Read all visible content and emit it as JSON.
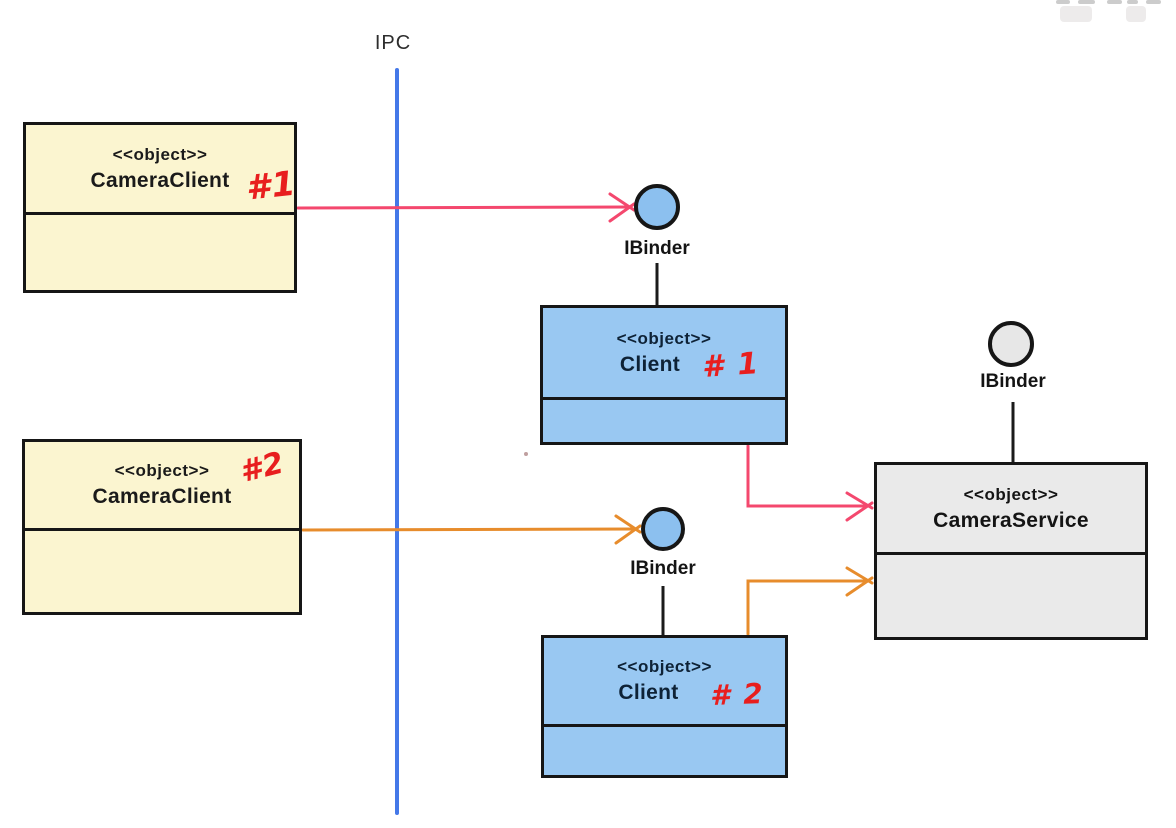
{
  "labels": {
    "ipc": "IPC",
    "ibinder_client1": "IBinder",
    "ibinder_client2": "IBinder",
    "ibinder_service": "IBinder"
  },
  "nodes": {
    "camera_client_1": {
      "stereotype": "<<object>>",
      "name": "CameraClient",
      "annotation": "#1"
    },
    "camera_client_2": {
      "stereotype": "<<object>>",
      "name": "CameraClient",
      "annotation": "#2"
    },
    "client_1": {
      "stereotype": "<<object>>",
      "name": "Client",
      "annotation": "# 1"
    },
    "client_2": {
      "stereotype": "<<object>>",
      "name": "Client",
      "annotation": "# 2"
    },
    "camera_service": {
      "stereotype": "<<object>>",
      "name": "CameraService"
    }
  },
  "colors": {
    "client_yellow_fill": "#FBF5D0",
    "client_blue_fill": "#99C8F2",
    "service_gray_fill": "#EAEAEA",
    "circle_blue_fill": "#8CC0EF",
    "circle_gray_fill": "#E7E7E7",
    "pink_arrow": "#F4486E",
    "orange_arrow": "#E78C2C",
    "ipc_line_blue": "#4478E8",
    "annotation_red": "#E81E1E",
    "border_black": "#161616"
  }
}
